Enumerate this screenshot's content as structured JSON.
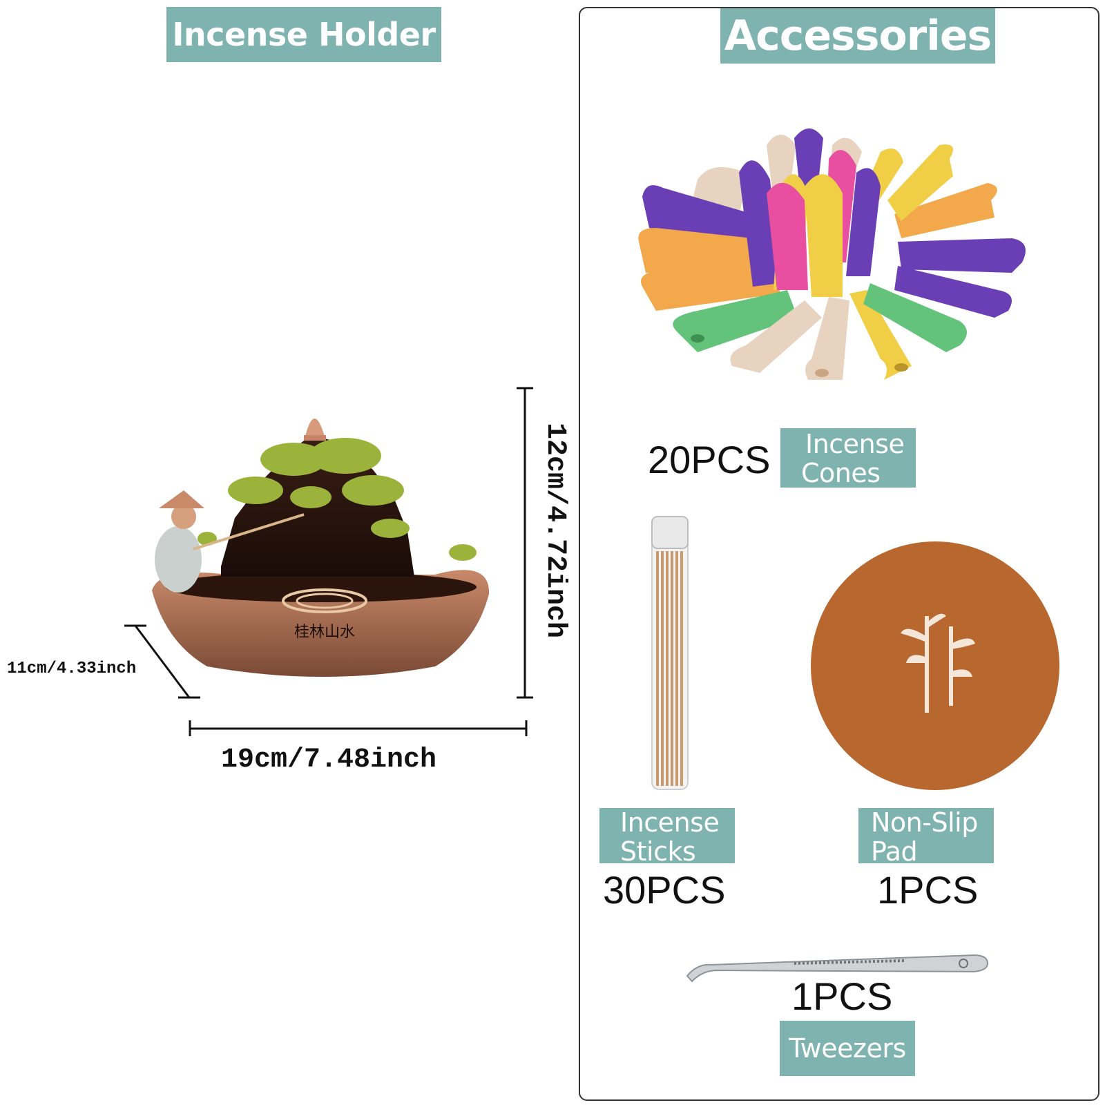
{
  "left": {
    "title": "Incense Holder",
    "product_text": "桂林山水",
    "dimensions": {
      "depth": "11cm/4.33inch",
      "width": "19cm/7.48inch",
      "height": "12cm/4.72inch"
    }
  },
  "right": {
    "title": "Accessories",
    "items": [
      {
        "count": "20PCS",
        "label_line1": "Incense",
        "label_line2": "Cones"
      },
      {
        "count": "30PCS",
        "label_line1": "Incense",
        "label_line2": "Sticks"
      },
      {
        "count": "1PCS",
        "label_line1": "Non-Slip",
        "label_line2": "Pad"
      },
      {
        "count": "1PCS",
        "label_line1": "Tweezers"
      }
    ]
  },
  "colors": {
    "label_bg": "#7fb3b0",
    "pad": "#b8672e",
    "cone_colors": [
      "#6a3fb5",
      "#f2a84b",
      "#e7d3c0",
      "#f0cf47",
      "#63c37a",
      "#e84fa1"
    ]
  }
}
